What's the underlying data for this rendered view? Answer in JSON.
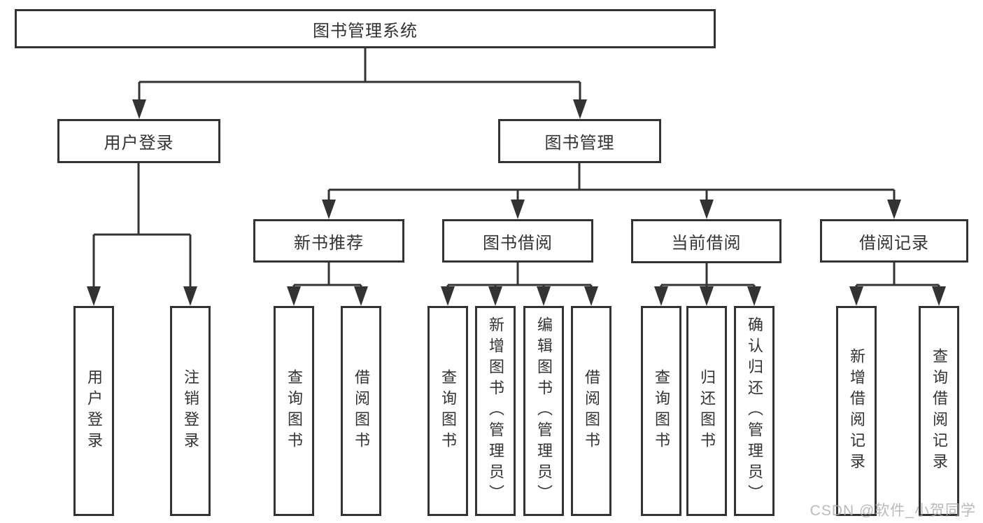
{
  "diagram": {
    "type": "tree",
    "title": "图书管理系统",
    "watermark": "CSDN @软件_小贺同学",
    "colors": {
      "line": "#333333",
      "box_border": "#333333",
      "text": "#333333",
      "background": "#ffffff",
      "watermark": "#ababab"
    },
    "nodes": {
      "root": {
        "label": "图书管理系统",
        "children": [
          "user_login",
          "book_mgmt"
        ]
      },
      "user_login": {
        "label": "用户登录",
        "children": [
          "leaf_user_login",
          "leaf_logout"
        ]
      },
      "book_mgmt": {
        "label": "图书管理",
        "children": [
          "new_book_rec",
          "book_borrow",
          "current_borrow",
          "borrow_record"
        ]
      },
      "new_book_rec": {
        "label": "新书推荐",
        "children": [
          "leaf_query_book_1",
          "leaf_borrow_book_1"
        ]
      },
      "book_borrow": {
        "label": "图书借阅",
        "children": [
          "leaf_query_book_2",
          "leaf_add_book",
          "leaf_edit_book",
          "leaf_borrow_book_2"
        ]
      },
      "current_borrow": {
        "label": "当前借阅",
        "children": [
          "leaf_query_book_3",
          "leaf_return_book",
          "leaf_confirm_return"
        ]
      },
      "borrow_record": {
        "label": "借阅记录",
        "children": [
          "leaf_add_record",
          "leaf_query_record"
        ]
      },
      "leaf_user_login": {
        "label": "用户登录"
      },
      "leaf_logout": {
        "label": "注销登录"
      },
      "leaf_query_book_1": {
        "label": "查询图书"
      },
      "leaf_borrow_book_1": {
        "label": "借阅图书"
      },
      "leaf_query_book_2": {
        "label": "查询图书"
      },
      "leaf_add_book": {
        "label": "新增图书（管理员）"
      },
      "leaf_edit_book": {
        "label": "编辑图书（管理员）"
      },
      "leaf_borrow_book_2": {
        "label": "借阅图书"
      },
      "leaf_query_book_3": {
        "label": "查询图书"
      },
      "leaf_return_book": {
        "label": "归还图书"
      },
      "leaf_confirm_return": {
        "label": "确认归还（管理员）"
      },
      "leaf_add_record": {
        "label": "新增借阅记录"
      },
      "leaf_query_record": {
        "label": "查询借阅记录"
      }
    }
  }
}
